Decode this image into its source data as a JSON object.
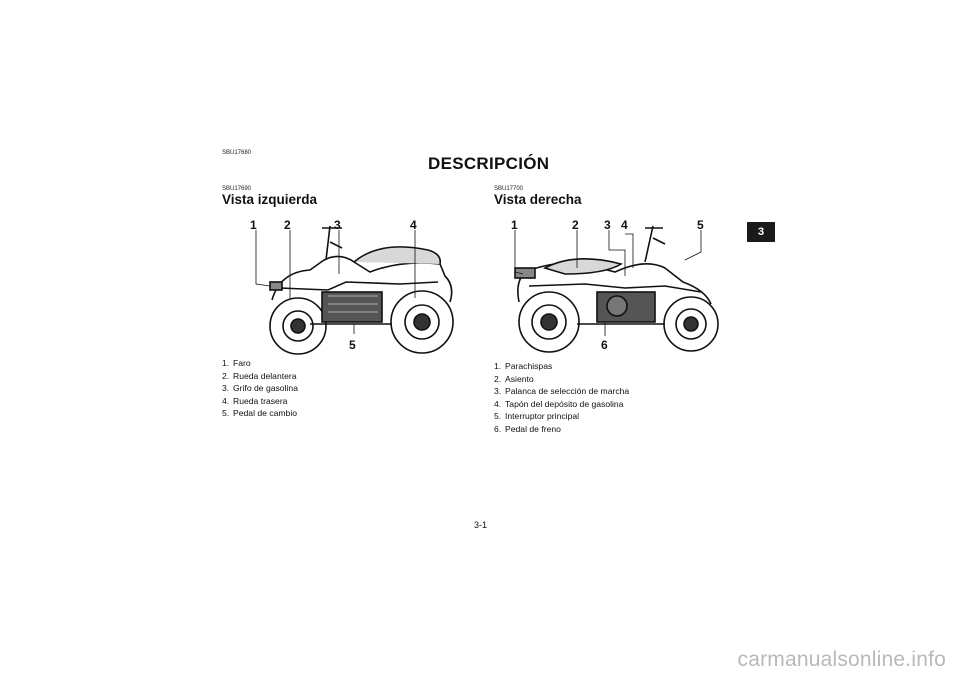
{
  "page": {
    "section_code": "SBU17680",
    "title": "DESCRIPCIÓN",
    "chapter_tab": "3",
    "page_number": "3-1",
    "watermark": "carmanualsonline.info"
  },
  "left": {
    "code": "SBU17690",
    "heading": "Vista izquierda",
    "callouts": [
      "1",
      "2",
      "3",
      "4",
      "5"
    ],
    "items": [
      {
        "num": "1.",
        "label": "Faro"
      },
      {
        "num": "2.",
        "label": "Rueda delantera"
      },
      {
        "num": "3.",
        "label": "Grifo de gasolina"
      },
      {
        "num": "4.",
        "label": "Rueda trasera"
      },
      {
        "num": "5.",
        "label": "Pedal de cambio"
      }
    ]
  },
  "right": {
    "code": "SBU17700",
    "heading": "Vista derecha",
    "callouts": [
      "1",
      "2",
      "3",
      "4",
      "5",
      "6"
    ],
    "items": [
      {
        "num": "1.",
        "label": "Parachispas"
      },
      {
        "num": "2.",
        "label": "Asiento"
      },
      {
        "num": "3.",
        "label": "Palanca de selección de marcha"
      },
      {
        "num": "4.",
        "label": "Tapón del depósito de gasolina"
      },
      {
        "num": "5.",
        "label": "Interruptor principal"
      },
      {
        "num": "6.",
        "label": "Pedal de freno"
      }
    ]
  }
}
